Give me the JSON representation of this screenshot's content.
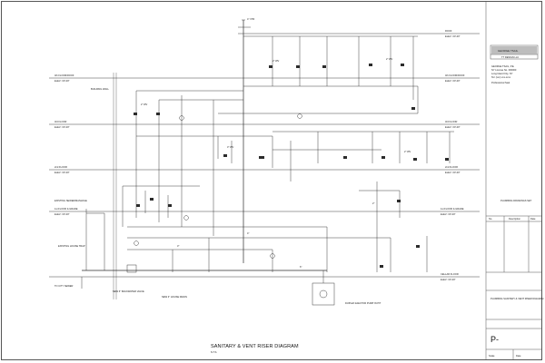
{
  "drawing": {
    "title": "SANITARY & VENT RISER DIAGRAM",
    "scale": "N.T.S."
  },
  "levels": [
    {
      "name": "ROOF",
      "elev": "ELEV.: 00'-00\""
    },
    {
      "name": "4th FLOOR/ROOF",
      "elev": "ELEV.: 00'-00\""
    },
    {
      "name": "3rd FLOOR",
      "elev": "ELEV.: 00'-00\""
    },
    {
      "name": "2nd FLOOR",
      "elev": "ELEV.: 00'-00\""
    },
    {
      "name": "1st FLOOR & GRADE",
      "elev": "ELEV.: 00'-00\""
    },
    {
      "name": "CELLAR FLOOR",
      "elev": "ELEV.: 00'-00\""
    }
  ],
  "annotations": {
    "building_wall": "BUILDING WALL",
    "vent_thru_roof": "4\" VTR",
    "existing_sewer": "EXISTING SEWER/MANHOLE",
    "existing_house_trap": "EXISTING HOUSE TRAP",
    "backwater_valve": "NEW 6\" BACKWATER VALVE",
    "cellar_drain": "NEW 3\" HOUSE DRAIN",
    "ejector_pit": "DUPLEX EJECTOR PUMP IN PIT",
    "to_city_sewer": "TO CITY SEWER",
    "sizes": [
      "2\" WV",
      "3\" WV",
      "4\"",
      "6\"",
      "2\"",
      "3\""
    ]
  },
  "title_block": {
    "firm": "GEORGE TSAIL",
    "firm_sub": "TT DESIGN LLC",
    "engineer": "GEORGE TSAIL, P.E.",
    "license": "NY License No. 000000",
    "address": "Long Island City, NY",
    "phone": "Tel: (xxx) xxx-xxxx",
    "seal": "Professional Seal",
    "side_label": "PLUMBING DRAWINGS SET",
    "rev_headers": [
      "No.",
      "Description",
      "Date"
    ],
    "sheet_title": "PLUMBING SANITARY & VENT RISER DIAGRAM",
    "sheet_number": "P-",
    "scale": "Scale",
    "date": "Date"
  },
  "colors": {
    "line": "#2b2b2b",
    "frame": "#555555"
  }
}
